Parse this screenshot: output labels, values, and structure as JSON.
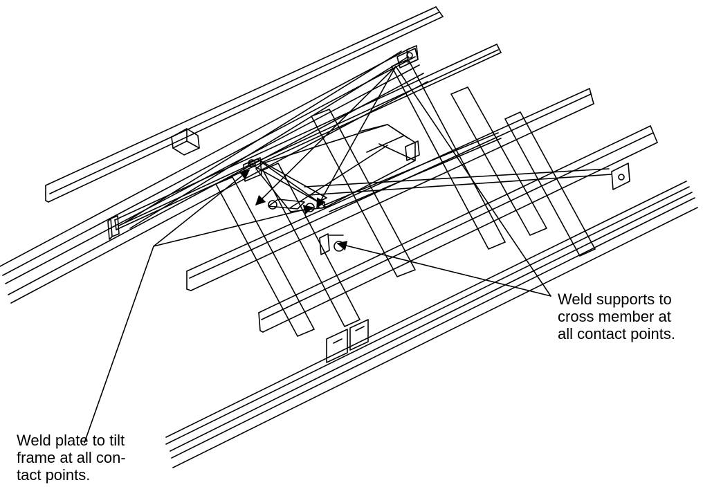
{
  "figure": {
    "subject": "tilt frame and cross members weld detail",
    "line_color": "#000000",
    "background_color": "#ffffff"
  },
  "callouts": {
    "supports": {
      "lines": [
        "Weld supports to",
        "cross member at",
        "all contact points."
      ]
    },
    "plate": {
      "lines": [
        "Weld plate to tilt",
        "frame at all con-",
        "tact points."
      ]
    }
  }
}
